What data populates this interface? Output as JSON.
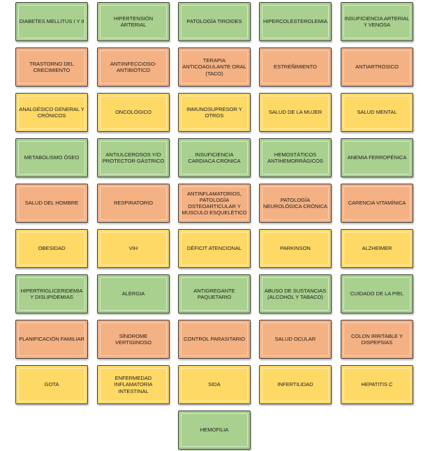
{
  "colors": {
    "green": "#a9d08e",
    "orange": "#f4b183",
    "yellow": "#ffd966"
  },
  "tiles": [
    {
      "label": "DIABETES MELLITUS I Y II",
      "color": "green"
    },
    {
      "label": "HIPERTENSIÓN ARTERIAL",
      "color": "green"
    },
    {
      "label": "PATOLOGÍA TIROIDES",
      "color": "green"
    },
    {
      "label": "HIPERCOLESTEROLEMIA",
      "color": "green"
    },
    {
      "label": "INSUFICIENCIA ARTERIAL Y VENOSA",
      "color": "green"
    },
    {
      "label": "TRASTORNO DEL CRECIMIENTO",
      "color": "orange"
    },
    {
      "label": "ANTIINFECCIOSO-ANTIBIÓTICO",
      "color": "orange"
    },
    {
      "label": "TERAPIA ANTICOAGULANTE ORAL (TACO)",
      "color": "orange"
    },
    {
      "label": "ESTREÑIMIENTO",
      "color": "orange"
    },
    {
      "label": "ANTIARTRÓSICO",
      "color": "orange"
    },
    {
      "label": "ANALGÉSICO GENERAL Y CRÓNICOS",
      "color": "yellow"
    },
    {
      "label": "ONCOLÓGICO",
      "color": "yellow"
    },
    {
      "label": "INMUNOSUPRESOR Y OTROS",
      "color": "yellow"
    },
    {
      "label": "SALUD DE LA MUJER",
      "color": "yellow"
    },
    {
      "label": "SALUD MENTAL",
      "color": "yellow"
    },
    {
      "label": "METABOLISMO ÓSEO",
      "color": "green"
    },
    {
      "label": "ANTIULCEROSOS Y/O PROTECTOR GÁSTRICO",
      "color": "green"
    },
    {
      "label": "INSUFICIENCIA CARDIACA CRÓNICA",
      "color": "green"
    },
    {
      "label": "HEMOSTÁTICOS ANTIHEMORRÁGICOS",
      "color": "green"
    },
    {
      "label": "ANEMIA FERROPÉNICA",
      "color": "green"
    },
    {
      "label": "SALUD DEL HOMBRE",
      "color": "orange"
    },
    {
      "label": "RESPIRATORIO",
      "color": "orange"
    },
    {
      "label": "ANTINFLAMATORIOS, PATOLOGÍA OSTEOARTICULAR Y MÚSCULO ESQUELÉTICO",
      "color": "orange"
    },
    {
      "label": "PATOLOGÍA NEUROLÓGICA CRÓNICA",
      "color": "orange"
    },
    {
      "label": "CARENCIA VITAMÍNICA",
      "color": "orange"
    },
    {
      "label": "OBESIDAD",
      "color": "yellow"
    },
    {
      "label": "VIH",
      "color": "yellow"
    },
    {
      "label": "DÉFICIT ATENCIONAL",
      "color": "yellow"
    },
    {
      "label": "PARKINSON",
      "color": "yellow"
    },
    {
      "label": "ALZHEIMER",
      "color": "yellow"
    },
    {
      "label": "HIPERTRIGLICERIDEMIA Y DISLIPIDEMIAS",
      "color": "green"
    },
    {
      "label": "ALERGIA",
      "color": "green"
    },
    {
      "label": "ANTIGREGANTE PAQUETARIO",
      "color": "green"
    },
    {
      "label": "ABUSO DE SUSTANCIAS (ALCOHOL Y TABACO)",
      "color": "green"
    },
    {
      "label": "CUIDADO DE LA PIEL",
      "color": "green"
    },
    {
      "label": "PLANIFICACIÓN FAMILIAR",
      "color": "orange"
    },
    {
      "label": "SÍNDROME VERTIGINOSO",
      "color": "orange"
    },
    {
      "label": "CONTROL PARASITARIO",
      "color": "orange"
    },
    {
      "label": "SALUD OCULAR",
      "color": "orange"
    },
    {
      "label": "COLON IRRITABLE Y DISPEPSIAS",
      "color": "orange"
    },
    {
      "label": "GOTA",
      "color": "yellow"
    },
    {
      "label": "ENFERMEDAD INFLAMATORIA INTESTINAL",
      "color": "yellow"
    },
    {
      "label": "SIDA",
      "color": "yellow"
    },
    {
      "label": "INFERTILIDAD",
      "color": "yellow"
    },
    {
      "label": "HEPATITIS C",
      "color": "yellow"
    },
    {
      "label": "HEMOFILIA",
      "color": "green"
    }
  ]
}
